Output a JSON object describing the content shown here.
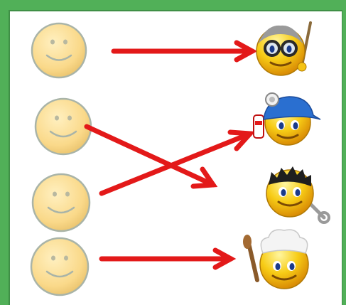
{
  "colors": {
    "border": "#51b058",
    "arrow": "#e31919",
    "smiley_fill": "#fad98a",
    "smiley_outline": "#a9b4a8",
    "emoji_yellow": "#f5c313"
  },
  "left_items": [
    {
      "icon": "plain-smiley-icon"
    },
    {
      "icon": "plain-smiley-icon"
    },
    {
      "icon": "plain-smiley-icon"
    },
    {
      "icon": "plain-smiley-icon"
    }
  ],
  "right_items": [
    {
      "icon": "teacher-smiley-icon"
    },
    {
      "icon": "doctor-smiley-icon"
    },
    {
      "icon": "worker-smiley-icon"
    },
    {
      "icon": "chef-smiley-icon"
    }
  ],
  "connections": [
    {
      "from": 1,
      "to": 1
    },
    {
      "from": 2,
      "to": 3
    },
    {
      "from": 3,
      "to": 2
    },
    {
      "from": 4,
      "to": 4
    }
  ]
}
